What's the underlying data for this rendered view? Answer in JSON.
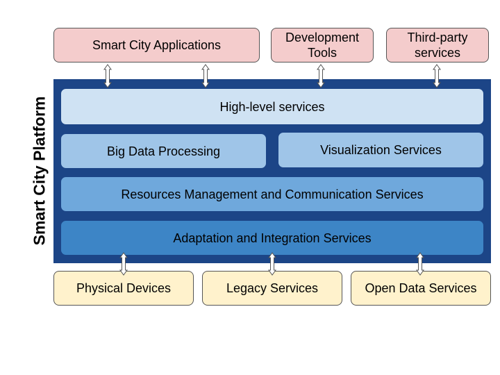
{
  "platform": {
    "label": "Smart City Platform",
    "color": "#1c4587"
  },
  "consumers": [
    {
      "label": "Smart City Applications"
    },
    {
      "label": "Development\nTools"
    },
    {
      "label": "Third-party\nservices"
    }
  ],
  "layers": {
    "high_level": "High-level services",
    "big_data": "Big Data Processing",
    "visualization": "Visualization Services",
    "resources": "Resources Management and Communication Services",
    "adaptation": "Adaptation and Integration Services"
  },
  "providers": [
    {
      "label": "Physical Devices"
    },
    {
      "label": "Legacy Services"
    },
    {
      "label": "Open Data Services"
    }
  ],
  "colors": {
    "consumer_fill": "#f4cccc",
    "provider_fill": "#fff2cc",
    "high_level_fill": "#cfe2f3",
    "processing_fill": "#9fc5e8",
    "resources_fill": "#6fa8dc",
    "adaptation_fill": "#3d85c6"
  }
}
